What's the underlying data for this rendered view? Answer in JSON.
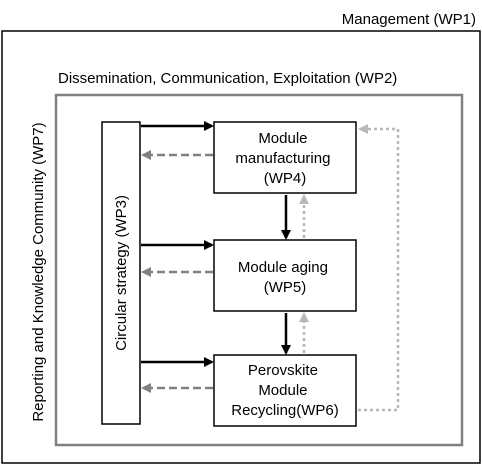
{
  "outer_label": "Management (WP1)",
  "middle_label": "Dissemination, Communication, Exploitation (WP2)",
  "side_label": "Reporting and Knowledge Community (WP7)",
  "strategy_label": "Circular strategy (WP3)",
  "modules": [
    {
      "line1": "Module",
      "line2": "manufacturing",
      "line3": "(WP4)"
    },
    {
      "line1": "Module aging",
      "line2": "(WP5)"
    },
    {
      "line1": "Perovskite",
      "line2": "Module",
      "line3": "Recycling(WP6)"
    }
  ],
  "colors": {
    "line": "#000000",
    "middle_border": "#808080",
    "dashed_dark": "#808080",
    "dotted_light": "#b0b0b0"
  }
}
